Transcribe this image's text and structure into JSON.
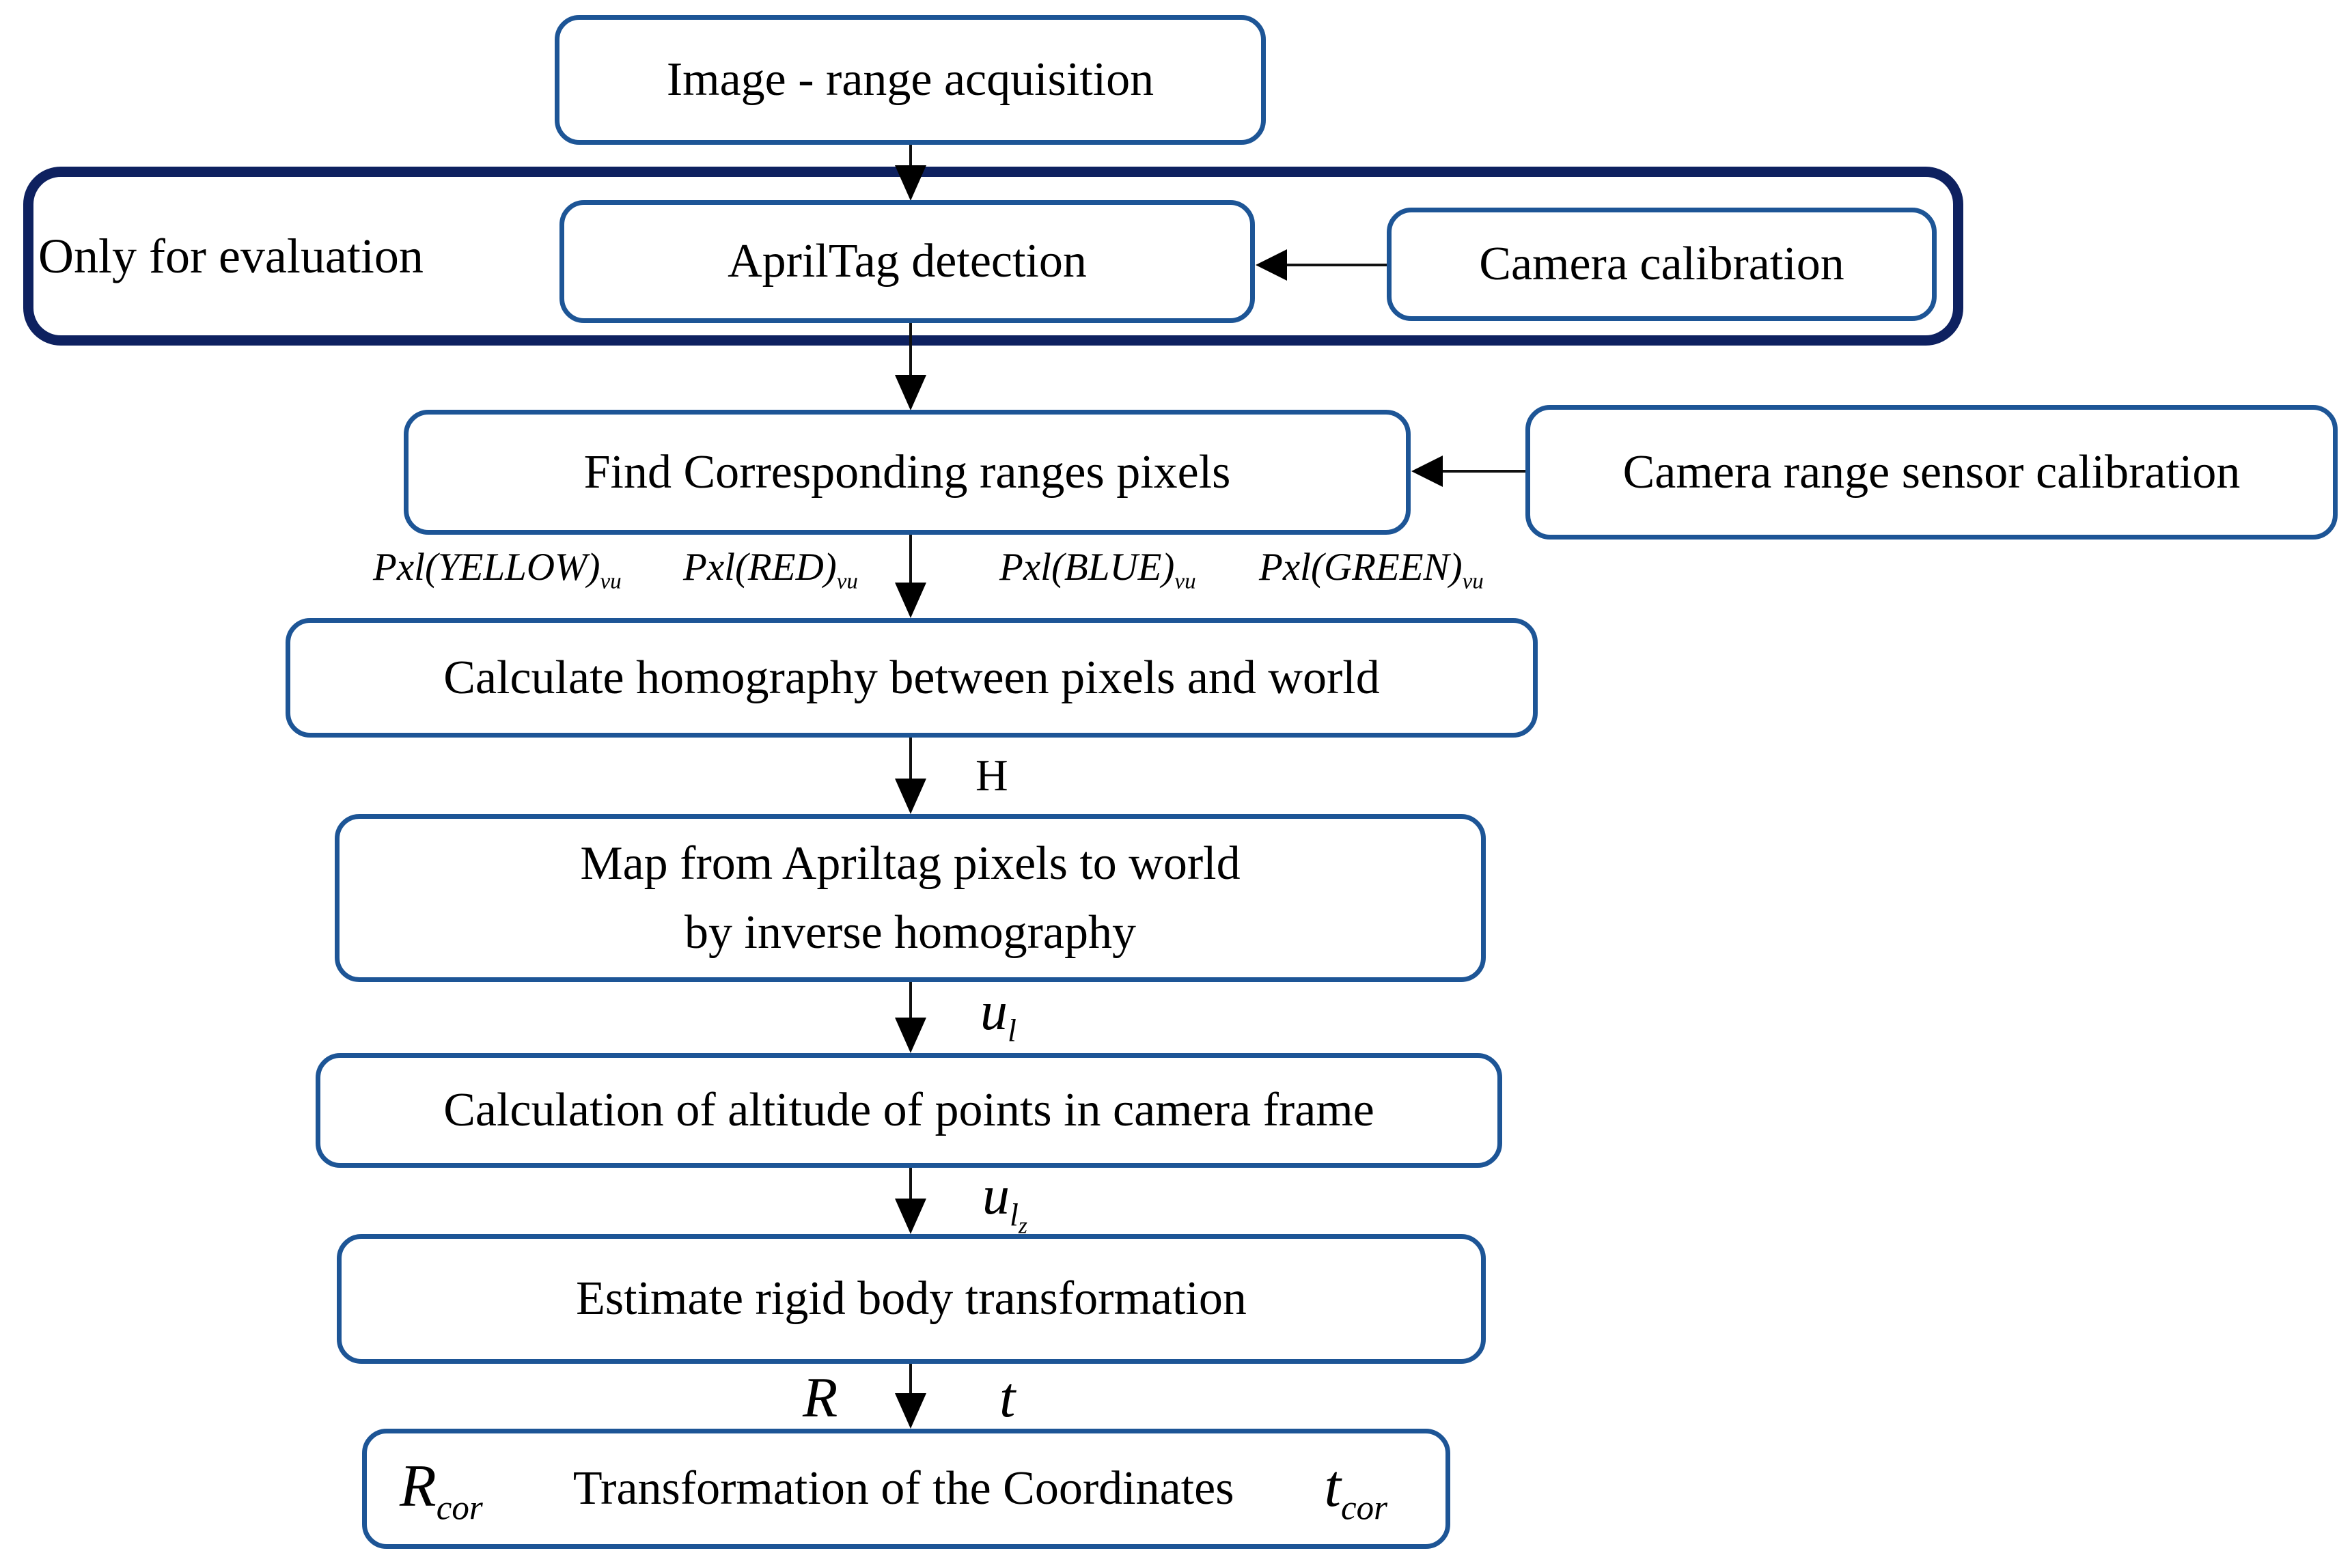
{
  "nodes": {
    "acquisition": {
      "label": "Image - range acquisition"
    },
    "evaluation_group": {
      "label": "Only for evaluation"
    },
    "apriltag": {
      "label": "AprilTag detection"
    },
    "camera_calibration": {
      "label": "Camera calibration"
    },
    "find_ranges": {
      "label": "Find Corresponding ranges pixels"
    },
    "camera_range_calibration": {
      "label": "Camera range sensor calibration"
    },
    "homography": {
      "label": "Calculate homography between pixels and world"
    },
    "map_apriltag": {
      "line1": "Map from Apriltag pixels to world",
      "line2": "by inverse homography"
    },
    "altitude": {
      "label": "Calculation of altitude of points in camera frame"
    },
    "rigid_body": {
      "label": "Estimate rigid body transformation"
    },
    "transform": {
      "label": "Transformation of the Coordinates",
      "left_symbol": {
        "base": "R",
        "sub": "cor"
      },
      "right_symbol": {
        "base": "t",
        "sub": "cor"
      }
    }
  },
  "edge_labels": {
    "pxl": [
      {
        "base": "Pxl(YELLOW)",
        "sub": "vu"
      },
      {
        "base": "Pxl(RED)",
        "sub": "vu"
      },
      {
        "base": "Pxl(BLUE)",
        "sub": "vu"
      },
      {
        "base": "Pxl(GREEN)",
        "sub": "vu"
      }
    ],
    "h": "H",
    "u_l": {
      "base": "u",
      "sub": "l"
    },
    "u_lz": {
      "base": "u",
      "sub": "l",
      "subsub": "z"
    },
    "r": "R",
    "t": "t"
  },
  "colors": {
    "box_border": "#1d5596",
    "group_border": "#0e2160",
    "arrow": "#000000",
    "background": "#ffffff",
    "text": "#000000"
  }
}
